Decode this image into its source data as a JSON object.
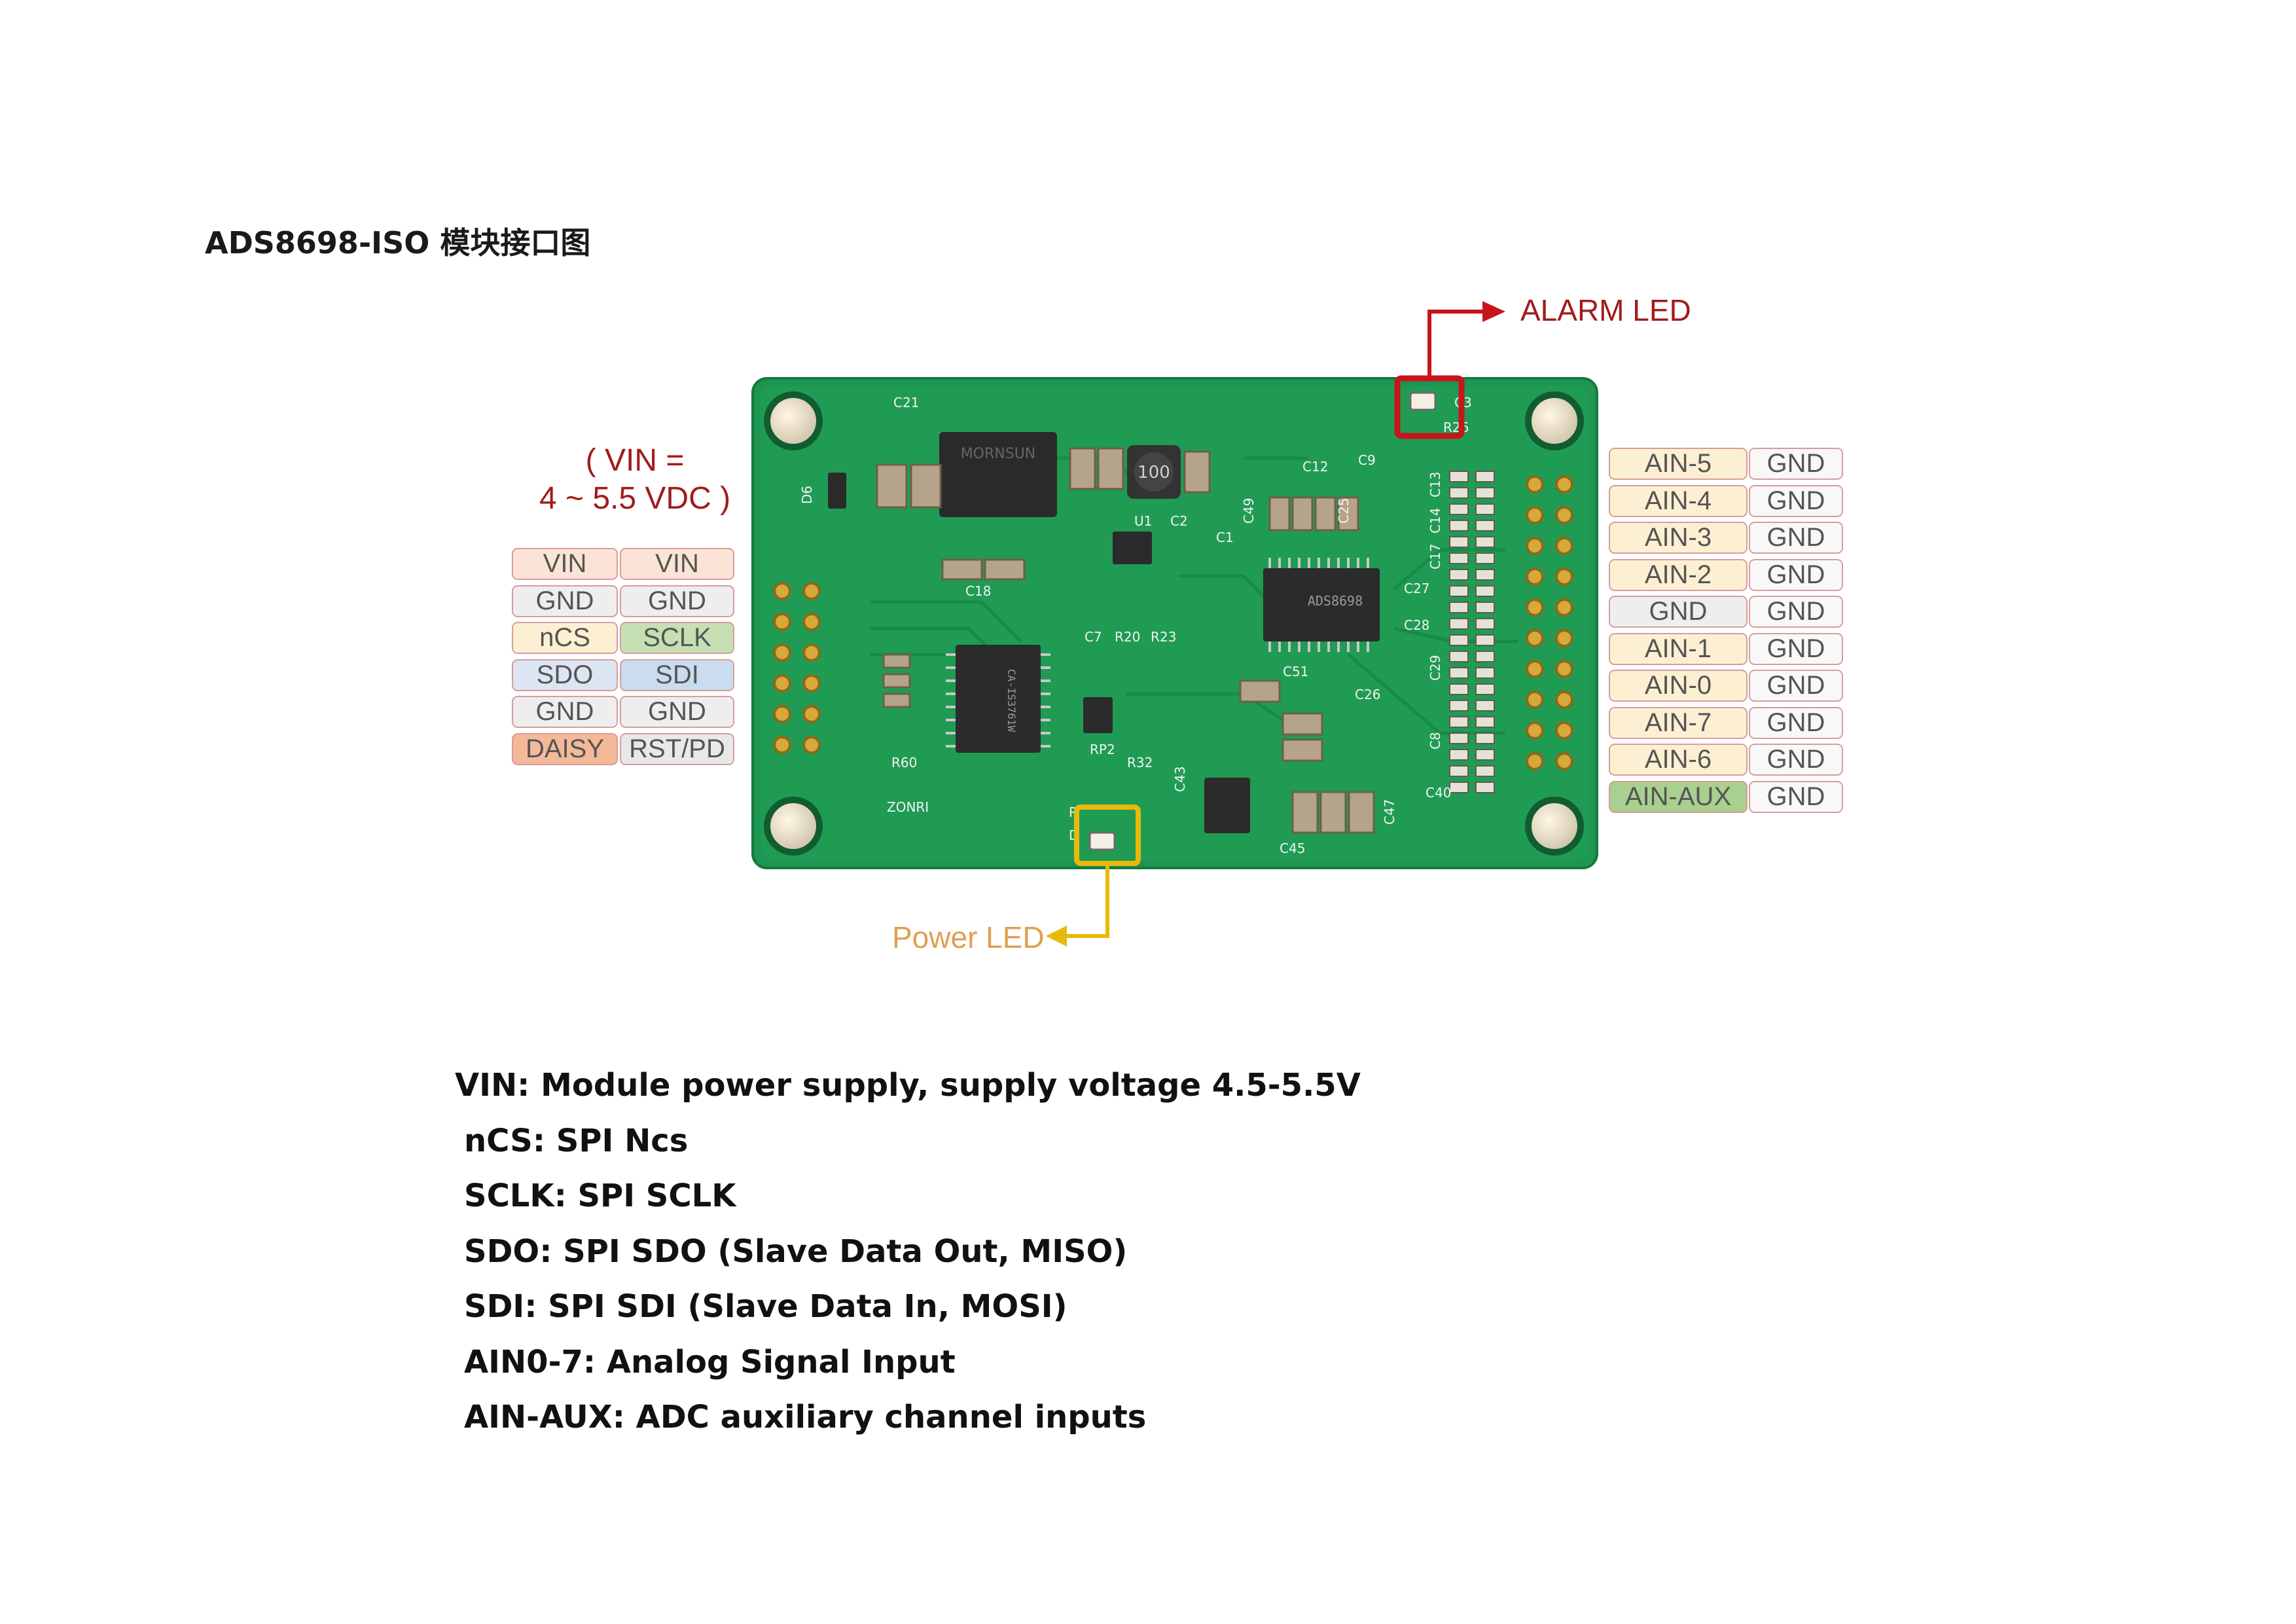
{
  "title": "ADS8698-ISO 模块接口图",
  "vin_note": {
    "line1": "( VIN =",
    "line2": "4 ~ 5.5 VDC )"
  },
  "left_header": [
    {
      "a": "VIN",
      "b": "VIN",
      "color_a": "#fbe4d5",
      "color_b": "#fbe4d5"
    },
    {
      "a": "GND",
      "b": "GND",
      "color_a": "#eeeeee",
      "color_b": "#eeeeee"
    },
    {
      "a": "nCS",
      "b": "SCLK",
      "color_a": "#fdf0d2",
      "color_b": "#c6e0b4"
    },
    {
      "a": "SDO",
      "b": "SDI",
      "color_a": "#dce6f3",
      "color_b": "#c9dcf0"
    },
    {
      "a": "GND",
      "b": "GND",
      "color_a": "#eeeeee",
      "color_b": "#eeeeee"
    },
    {
      "a": "DAISY",
      "b": "RST/PD",
      "color_a": "#f4b999",
      "color_b": "#e8e8e8"
    }
  ],
  "right_header": [
    {
      "a": "AIN-5",
      "b": "GND",
      "color_a": "#fdf0d2",
      "color_b": "#f8f8f8"
    },
    {
      "a": "AIN-4",
      "b": "GND",
      "color_a": "#fdf0d2",
      "color_b": "#f8f8f8"
    },
    {
      "a": "AIN-3",
      "b": "GND",
      "color_a": "#fdf0d2",
      "color_b": "#f8f8f8"
    },
    {
      "a": "AIN-2",
      "b": "GND",
      "color_a": "#fdf0d2",
      "color_b": "#f8f8f8"
    },
    {
      "a": "GND",
      "b": "GND",
      "color_a": "#eeeeee",
      "color_b": "#f8f8f8"
    },
    {
      "a": "AIN-1",
      "b": "GND",
      "color_a": "#fdf0d2",
      "color_b": "#f8f8f8"
    },
    {
      "a": "AIN-0",
      "b": "GND",
      "color_a": "#fdf0d2",
      "color_b": "#f8f8f8"
    },
    {
      "a": "AIN-7",
      "b": "GND",
      "color_a": "#fdf0d2",
      "color_b": "#f8f8f8"
    },
    {
      "a": "AIN-6",
      "b": "GND",
      "color_a": "#fdf0d2",
      "color_b": "#f8f8f8"
    },
    {
      "a": "AIN-AUX",
      "b": "GND",
      "color_a": "#a9d08e",
      "color_b": "#f8f8f8"
    }
  ],
  "alarm_led_label": "ALARM LED",
  "power_led_label": "Power LED",
  "board_labels": {
    "dcdc": "MORNSUN",
    "inductor": "100",
    "adc_chip": "ADS8698",
    "isolator": "CA-IS3761W",
    "silk": [
      "C21",
      "D6",
      "C18",
      "U1",
      "C2",
      "C1",
      "C49",
      "C25",
      "C12",
      "C9",
      "C3",
      "R26",
      "C27",
      "C28",
      "C29",
      "C8",
      "C40",
      "C13",
      "C14",
      "C17",
      "C7",
      "R20",
      "R23",
      "C51",
      "C26",
      "RP2",
      "R32",
      "C43",
      "C47",
      "C45",
      "R60",
      "R",
      "D"
    ],
    "logo": "ZONRI"
  },
  "descriptions": [
    "VIN: Module power supply, supply voltage 4.5-5.5V",
    "nCS: SPI Ncs",
    "SCLK: SPI SCLK",
    "SDO: SPI SDO (Slave Data Out, MISO)",
    "SDI: SPI SDI (Slave Data In, MOSI)",
    "AIN0-7: Analog Signal Input",
    "AIN-AUX: ADC auxiliary channel inputs"
  ],
  "colors": {
    "alarm": "#c8141c",
    "power": "#e8b90c",
    "pcb": "#1f9a52",
    "pin_border": "#d89c9c",
    "vin_note": "#a01c1c",
    "power_label": "#e0a050"
  }
}
